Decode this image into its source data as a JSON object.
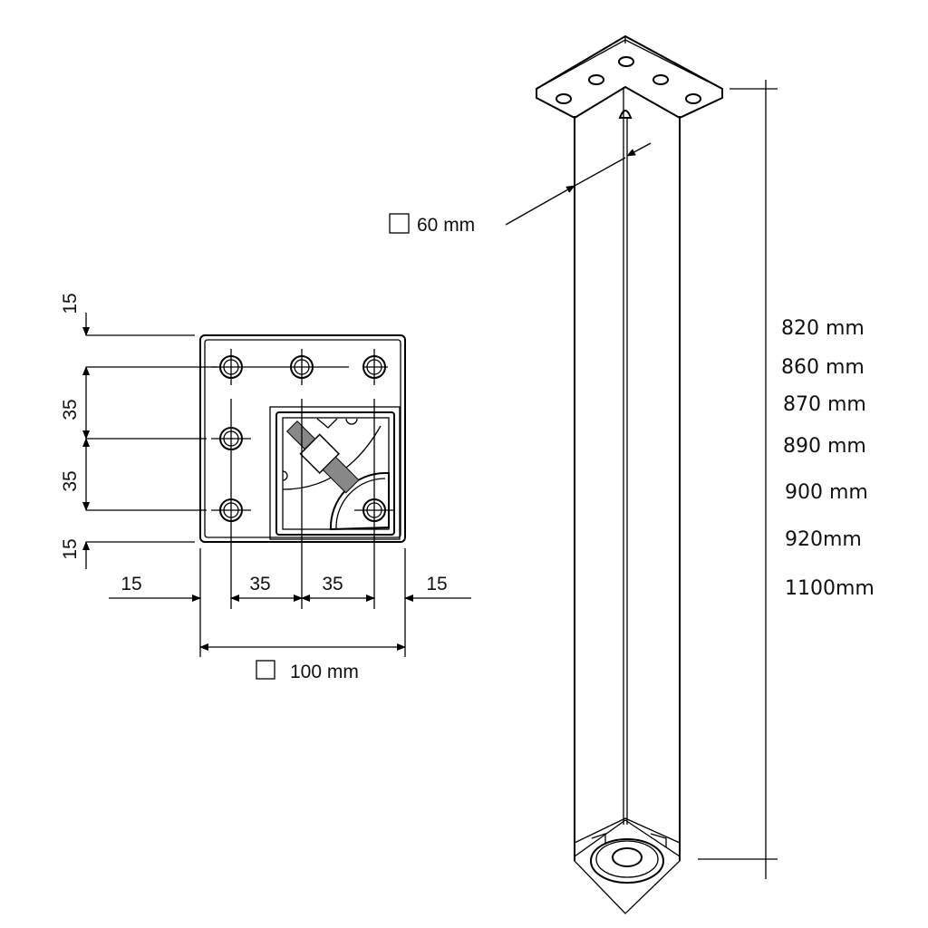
{
  "plan_view": {
    "vertical_dims": [
      "15",
      "35",
      "35",
      "15"
    ],
    "horizontal_dims": [
      "15",
      "35",
      "35",
      "15"
    ],
    "plate_size_label": "100 mm"
  },
  "leg_view": {
    "profile_label": "60 mm",
    "height_options": [
      "820 mm",
      "860 mm",
      "870 mm",
      "890 mm",
      "900 mm",
      "920mm",
      "1100mm"
    ]
  }
}
